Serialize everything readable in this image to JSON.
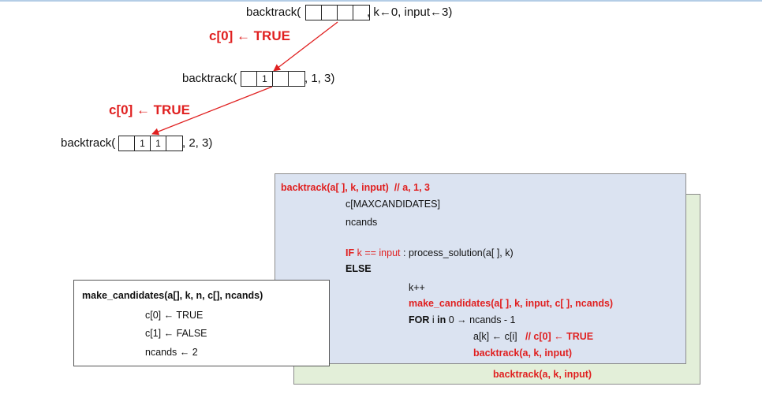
{
  "tree": {
    "calls": [
      {
        "fn": "backtrack(",
        "cells": [
          "",
          "",
          "",
          ""
        ],
        "args": ", k←0, input←3)"
      },
      {
        "fn": "backtrack(",
        "cells": [
          "",
          "1",
          "",
          ""
        ],
        "args": ", 1, 3)"
      },
      {
        "fn": "backtrack(",
        "cells": [
          "",
          "1",
          "1",
          ""
        ],
        "args": ", 2, 3)"
      }
    ],
    "edge_labels": [
      "c[0] ← TRUE",
      "c[0] ← TRUE"
    ]
  },
  "main_code": {
    "signature": "backtrack(a[ ], k, input)",
    "signature_comment": "// a, 1, 3",
    "decl_c": "c[MAXCANDIDATES]",
    "decl_ncands": "ncands",
    "if_kw": "IF",
    "if_cond": "k == input",
    "if_colon": ":",
    "if_action": "process_solution(a[ ], k)",
    "else_kw": "ELSE",
    "k_inc": "k++",
    "make_call": "make_candidates(a[ ], k, input, c[ ], ncands)",
    "for_kw": "FOR",
    "for_var": "i",
    "in_kw": "in",
    "for_range": "0 → ncands - 1",
    "assign": "a[k] ← c[i]",
    "assign_comment": "// c[0] ← TRUE",
    "recurse": "backtrack(a, k, input)"
  },
  "back_code": {
    "recurse": "backtrack(a, k, input)"
  },
  "make_candidates": {
    "signature": "make_candidates(a[], k, n, c[], ncands)",
    "lines": [
      "c[0] ← TRUE",
      "c[1] ← FALSE",
      "ncands ← 2"
    ]
  },
  "colors": {
    "highlight_red": "#e02020",
    "main_panel_bg": "#dbe3f1",
    "back_panel_bg": "#e3efd9",
    "tree_edge": "#e02020"
  }
}
